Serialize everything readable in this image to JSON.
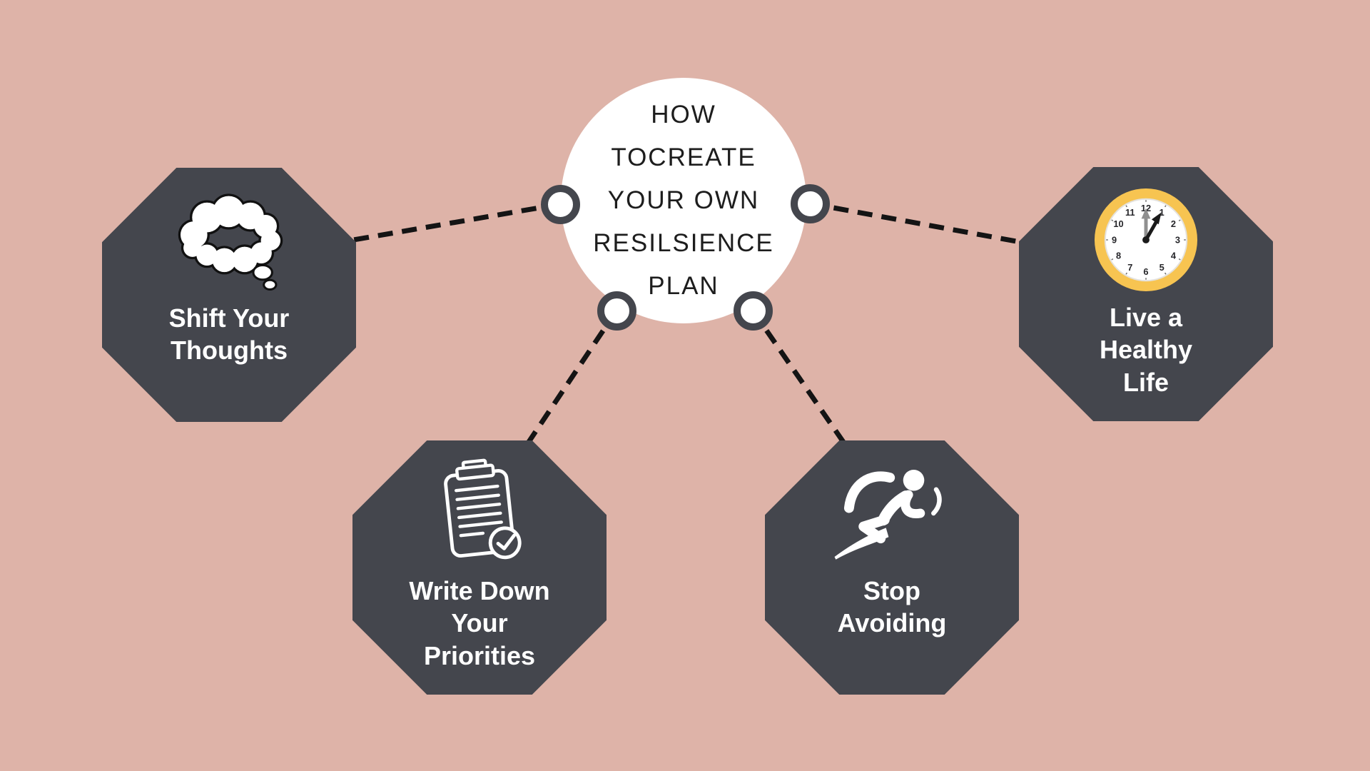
{
  "title": "How to Create Your Own Resilience Plan diagram",
  "colors": {
    "bg": "#DEB3A8",
    "node": "#44464D",
    "ring": "#44464D",
    "dash": "#141414",
    "textdark": "#1D1D1D",
    "textlight": "#FFFFFF",
    "yellow": "#F7C451"
  },
  "center": {
    "lines": [
      "HOW",
      "TOCREATE",
      "YOUR OWN",
      "RESILSIENCE",
      "PLAN"
    ]
  },
  "nodes": {
    "shift": {
      "lines": [
        "Shift Your",
        "Thoughts"
      ],
      "icon": "thought-bubble-icon"
    },
    "write": {
      "lines": [
        "Write Down",
        "Your",
        "Priorities"
      ],
      "icon": "clipboard-check-icon"
    },
    "stop": {
      "lines": [
        "Stop",
        "Avoiding"
      ],
      "icon": "runner-icon"
    },
    "live": {
      "lines": [
        "Live a",
        "Healthy",
        "Life"
      ],
      "icon": "clock-icon"
    }
  },
  "icons": {
    "clock_numbers": [
      "1",
      "2",
      "3",
      "4",
      "5",
      "6",
      "7",
      "8",
      "9",
      "10",
      "11",
      "12"
    ],
    "clock_time": "1:00"
  }
}
